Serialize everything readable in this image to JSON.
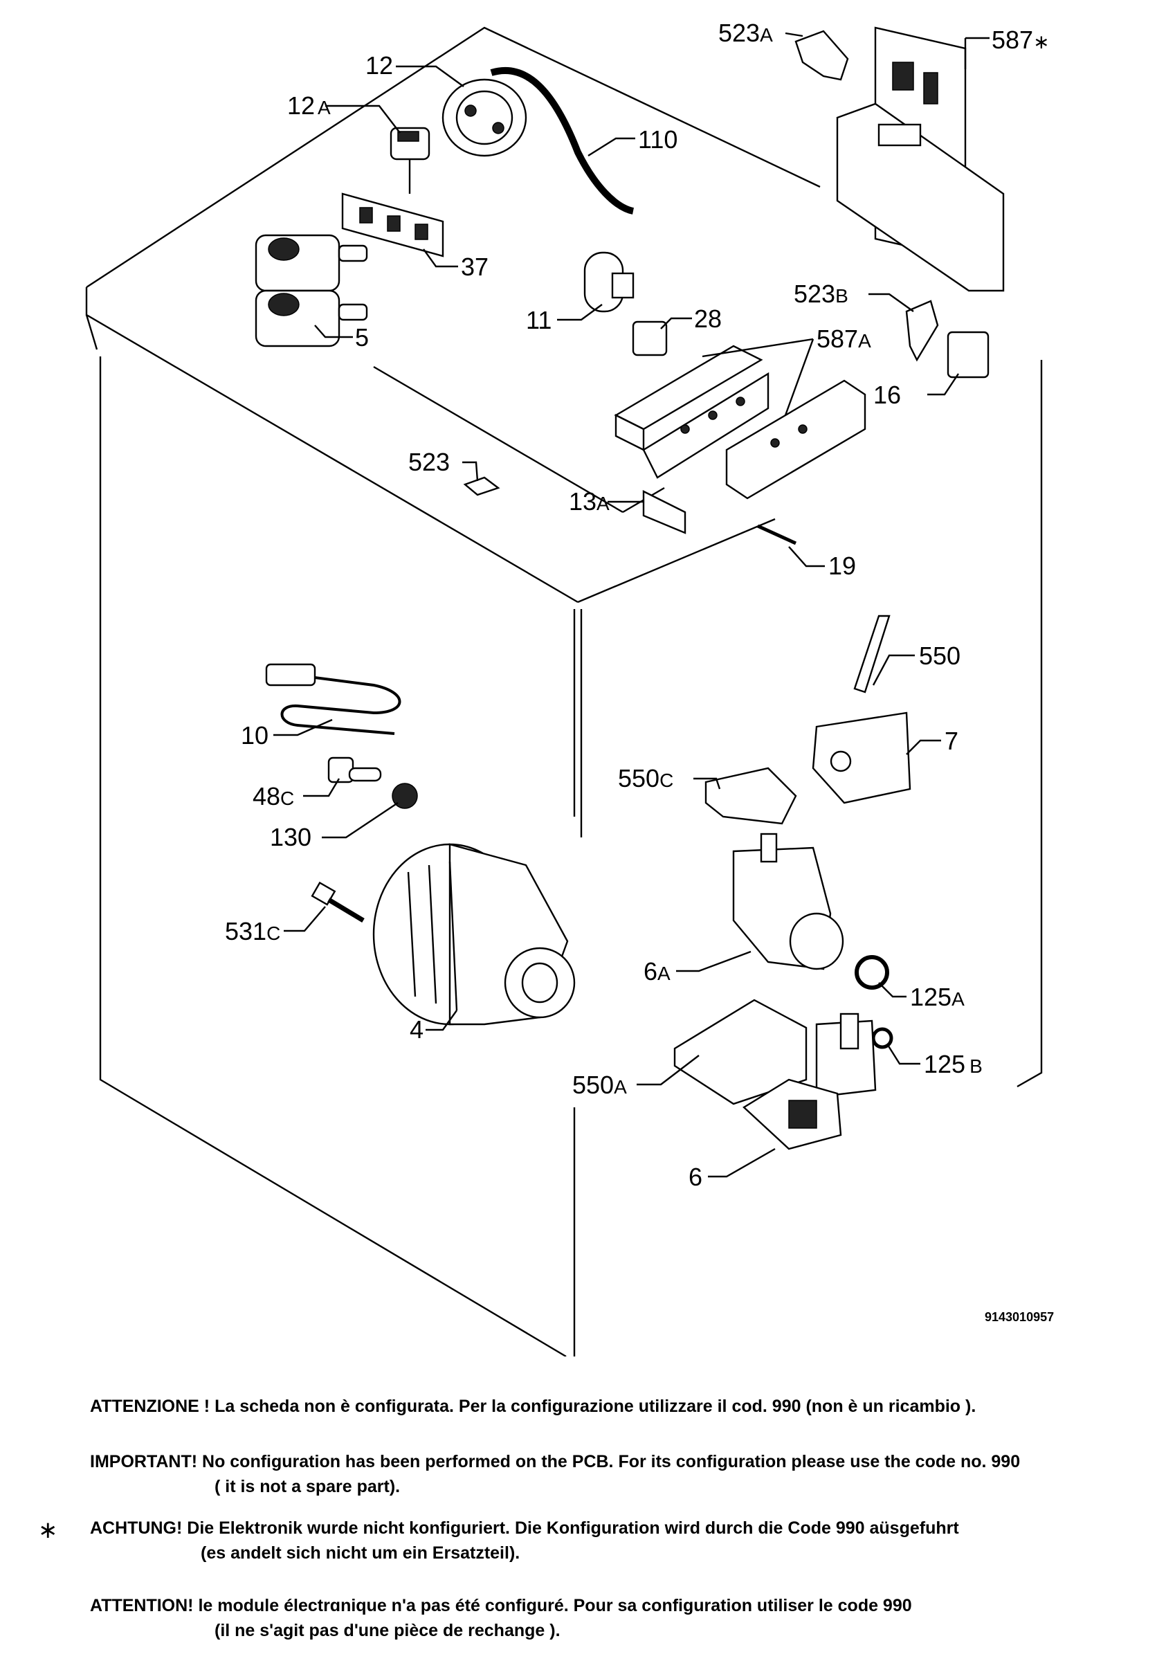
{
  "labels": [
    {
      "id": "12",
      "num": "12",
      "suf": ""
    },
    {
      "id": "12a",
      "num": "12",
      "suf": "A"
    },
    {
      "id": "110",
      "num": "110",
      "suf": ""
    },
    {
      "id": "523a",
      "num": "523",
      "suf": "A"
    },
    {
      "id": "587star",
      "num": "587",
      "suf": "∗"
    },
    {
      "id": "37",
      "num": "37",
      "suf": ""
    },
    {
      "id": "5",
      "num": "5",
      "suf": ""
    },
    {
      "id": "11",
      "num": "11",
      "suf": ""
    },
    {
      "id": "28",
      "num": "28",
      "suf": ""
    },
    {
      "id": "523b",
      "num": "523",
      "suf": "B"
    },
    {
      "id": "587a",
      "num": "587",
      "suf": "A"
    },
    {
      "id": "16",
      "num": "16",
      "suf": ""
    },
    {
      "id": "523",
      "num": "523",
      "suf": ""
    },
    {
      "id": "13a",
      "num": "13",
      "suf": "A"
    },
    {
      "id": "19",
      "num": "19",
      "suf": ""
    },
    {
      "id": "550",
      "num": "550",
      "suf": ""
    },
    {
      "id": "10",
      "num": "10",
      "suf": ""
    },
    {
      "id": "7",
      "num": "7",
      "suf": ""
    },
    {
      "id": "48c",
      "num": "48",
      "suf": "C"
    },
    {
      "id": "550c",
      "num": "550",
      "suf": "C"
    },
    {
      "id": "130",
      "num": "130",
      "suf": ""
    },
    {
      "id": "531c",
      "num": "531",
      "suf": "C"
    },
    {
      "id": "6a",
      "num": "6",
      "suf": "A"
    },
    {
      "id": "125a",
      "num": "125",
      "suf": "A"
    },
    {
      "id": "4",
      "num": "4",
      "suf": ""
    },
    {
      "id": "125b",
      "num": "125",
      "suf": "B"
    },
    {
      "id": "550a",
      "num": "550",
      "suf": "A"
    },
    {
      "id": "6",
      "num": "6",
      "suf": ""
    }
  ],
  "doc_code": "9143010957",
  "notes": {
    "it": {
      "line1": "ATTENZIONE ! La scheda non è  configurata. Per la configurazione utilizzare il cod. 990 (non è un ricambio )."
    },
    "en": {
      "line1": "IMPORTANT! No configuration has been performed on the PCB. For its configuration please use the code no. 990",
      "line2": "( it is not a spare part)."
    },
    "de": {
      "star": "∗",
      "line1": "ACHTUNG! Die Elektronik wurde nicht konfiguriert. Die Konfiguration wird durch die Code 990 aüsgefuhrt",
      "line2": "(es andelt sich nicht um ein Ersatzteil)."
    },
    "fr": {
      "line1": "ATTENTION! le module électrɑnique n'a pas été configuré. Pour  sa configuration utiliser le code 990",
      "line2": "(il ne s'agit pas d'une pièce de rechange )."
    }
  }
}
